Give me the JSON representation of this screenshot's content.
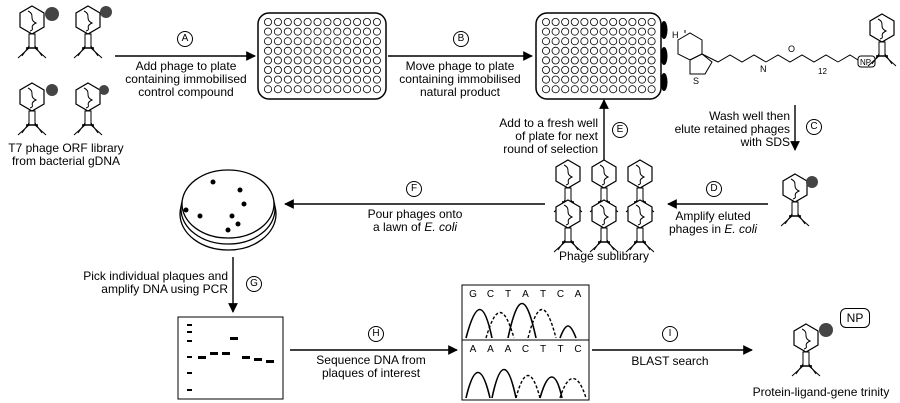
{
  "steps": {
    "A": {
      "letter": "A",
      "line1": "Add phage to plate",
      "line2": "containing immobilised",
      "line3": "control compound"
    },
    "B": {
      "letter": "B",
      "line1": "Move phage to plate",
      "line2": "containing immobilised",
      "line3": "natural product"
    },
    "C": {
      "letter": "C",
      "line1": "Wash well then",
      "line2": "elute retained phages",
      "line3": "with SDS"
    },
    "D": {
      "letter": "D",
      "line1": "Amplify eluted",
      "line2": "phages in ",
      "line2_italic": "E. coli"
    },
    "E": {
      "letter": "E",
      "line1": "Add to a fresh well",
      "line2": "of plate for next",
      "line3": "round of selection"
    },
    "F": {
      "letter": "F",
      "line1": "Pour phages onto",
      "line2": "a lawn of ",
      "line2_italic": "E. coli"
    },
    "G": {
      "letter": "G",
      "line1": "Pick individual plaques and",
      "line2": "amplify DNA using PCR"
    },
    "H": {
      "letter": "H",
      "line1": "Sequence DNA from",
      "line2": "plaques of interest"
    },
    "I": {
      "letter": "I",
      "line1": "BLAST search"
    }
  },
  "captions": {
    "library_line1": "T7 phage ORF library",
    "library_line2": "from bacterial gDNA",
    "sublibrary": "Phage sublibrary",
    "trinity": "Protein-ligand-gene trinity"
  },
  "molecule": {
    "subscript": "12",
    "np_tag": "NP",
    "o_atom": "O",
    "n_atom": "N",
    "h_atom": "H",
    "s_atom": "S"
  },
  "sequence": {
    "top": [
      "G",
      "C",
      "T",
      "A",
      "T",
      "C",
      "A"
    ],
    "bottom": [
      "A",
      "A",
      "A",
      "C",
      "T",
      "T",
      "C"
    ]
  },
  "np_badge": "NP"
}
